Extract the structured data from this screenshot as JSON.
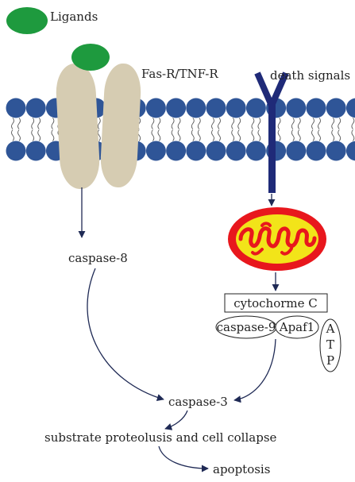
{
  "labels": {
    "ligands": "Ligands",
    "receptor": "Fas-R/TNF-R",
    "death_signals": "death signals",
    "caspase8": "caspase-8",
    "cytochrome": "cytochorme C",
    "caspase9": "caspase-9",
    "apaf1": "Apaf1",
    "atp": [
      "A",
      "T",
      "P"
    ],
    "caspase3": "caspase-3",
    "substrate": "substrate proteolusis and cell collapse",
    "apoptosis": "apoptosis"
  },
  "colors": {
    "ligand": "#1e9a3e",
    "receptor": "#d6ccb2",
    "lipid_head": "#2f5597",
    "death_receptor": "#1f2a78",
    "mito_outer": "#e8171d",
    "mito_inner": "#f2e419",
    "arrow": "#1f2a55"
  }
}
